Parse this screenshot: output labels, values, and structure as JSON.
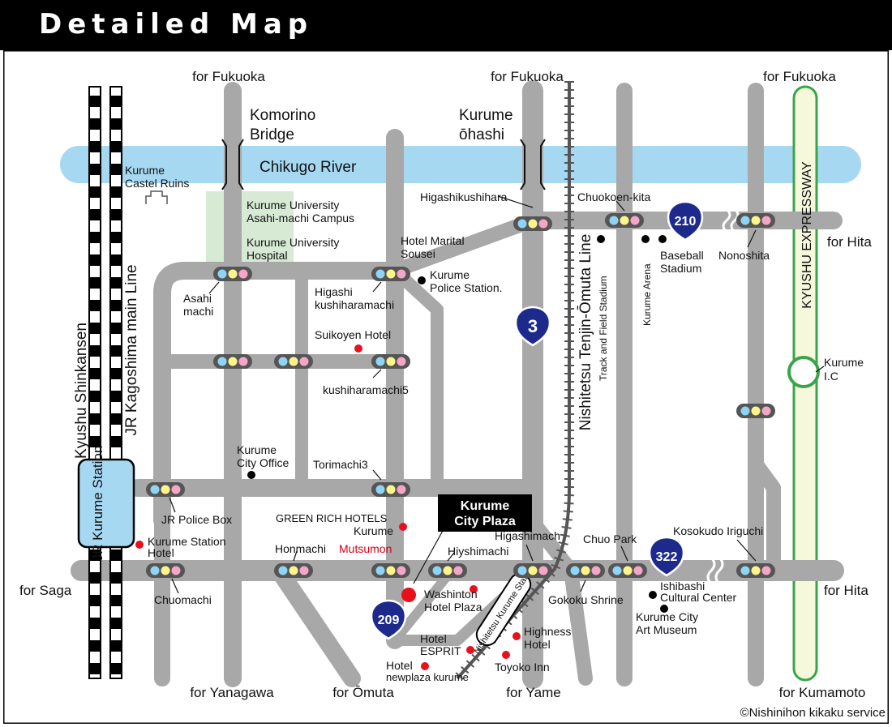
{
  "header": {
    "title": "Detailed Map"
  },
  "directions": {
    "fukuoka_1": "for Fukuoka",
    "fukuoka_2": "for Fukuoka",
    "fukuoka_3": "for Fukuoka",
    "saga": "for Saga",
    "hita_top": "for Hita",
    "hita_bottom": "for Hita",
    "yanagawa": "for Yanagawa",
    "omuta": "for Ōmuta",
    "yame": "for Yame",
    "kumamoto": "for Kumamoto"
  },
  "bridges": {
    "komorino_1": "Komorino",
    "komorino_2": "Bridge",
    "kurume_ohashi_1": "Kurume",
    "kurume_ohashi_2": "ōhashi"
  },
  "river": "Chikugo River",
  "rail_lines": {
    "shinkansen": "Kyushu Shinkansen",
    "jr_main": "JR Kagoshima main Line",
    "nishitetsu": "Nishitetsu Tenjin-Ōmuta Line",
    "expressway": "KYUSHU EXPRESSWAY"
  },
  "stations": {
    "jr_kurume": "JR Kurume Station",
    "nishitetsu_kurume": "Nishitetsu Kurume Station",
    "kurume_ic_1": "Kurume",
    "kurume_ic_2": "I.C"
  },
  "route_shields": {
    "r210": "210",
    "r3": "3",
    "r322": "322",
    "r209": "209"
  },
  "intersections": {
    "higashikushihara": "Higashikushihara",
    "chuokoen_kita": "Chuokoen-kita",
    "nonoshita": "Nonoshita",
    "asahi_1": "Asahi",
    "asahi_2": "machi",
    "higashi_1": "Higashi",
    "higashi_2": "kushiharamachi",
    "kushiharamachi5": "kushiharamachi5",
    "torimachi3": "Torimachi3",
    "jr_police_box": "JR Police Box",
    "honmachi": "Honmachi",
    "hiyshimachi": "Hiyshimachi",
    "higashimach": "Higashimach",
    "chuo_park": "Chuo Park",
    "kosokudo": "Kosokudo Iriguchi",
    "chuomachi": "Chuomachi",
    "gokoku": "Gokoku Shrine"
  },
  "landmarks": {
    "castle_1": "Kurume",
    "castle_2": "Castel Ruins",
    "univ_asahi_1": "Kurume University",
    "univ_asahi_2": "Asahi-machi Campus",
    "univ_hosp_1": "Kurume University",
    "univ_hosp_2": "Hospital",
    "hotel_marital_1": "Hotel Marital",
    "hotel_marital_2": "Sousei",
    "police_1": "Kurume",
    "police_2": "Police Station.",
    "suikoyen": "Suikoyen Hotel",
    "city_office_1": "Kurume",
    "city_office_2": "City Office",
    "green_rich_1": "GREEN RICH HOTELS",
    "green_rich_2": "Kurume",
    "mutsumon": "Mutsumon",
    "station_hotel_1": "Kurume Station",
    "station_hotel_2": "Hotel",
    "city_plaza_1": "Kurume",
    "city_plaza_2": "City Plaza",
    "washinton_1": "Washinton",
    "washinton_2": "Hotel Plaza",
    "esprit_1": "Hotel",
    "esprit_2": "ESPRIT",
    "newplaza_1": "Hotel",
    "newplaza_2": "newplaza kurume",
    "highness_1": "Highness",
    "highness_2": "Hotel",
    "toyoko": "Toyoko Inn",
    "track_field": "Track and Field Stadium",
    "arena": "Kurume Arena",
    "baseball_1": "Baseball",
    "baseball_2": "Stadium",
    "ishibashi_1": "Ishibashi",
    "ishibashi_2": "Cultural Center",
    "art_museum_1": "Kurume City",
    "art_museum_2": "Art Museum"
  },
  "copyright": "©Nishinihon kikaku service",
  "colors": {
    "road": "#a8a8a8",
    "river": "#a6d8f2",
    "campus": "#d6ead4",
    "expressway_fill": "#f6f8dc",
    "expressway_border": "#3aa44a",
    "shield": "#1d2a8c",
    "poi_red": "#e8101c",
    "station_box": "#a6d8f2",
    "light_blue": "#8fd3f5",
    "light_yellow": "#fff48a",
    "light_pink": "#f3a6c8"
  }
}
